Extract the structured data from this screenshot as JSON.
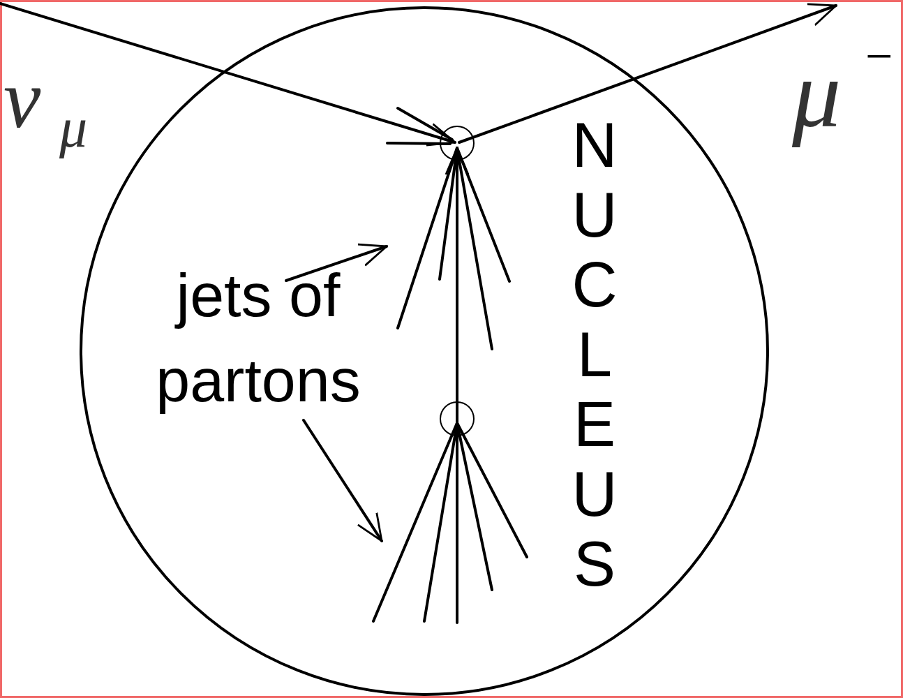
{
  "diagram": {
    "nodes": [
      {
        "text": [
          "NUCLEUS"
        ]
      }
    ],
    "labels": [
      "ν",
      "μ",
      "μ",
      "−",
      "jets of partons"
    ]
  }
}
